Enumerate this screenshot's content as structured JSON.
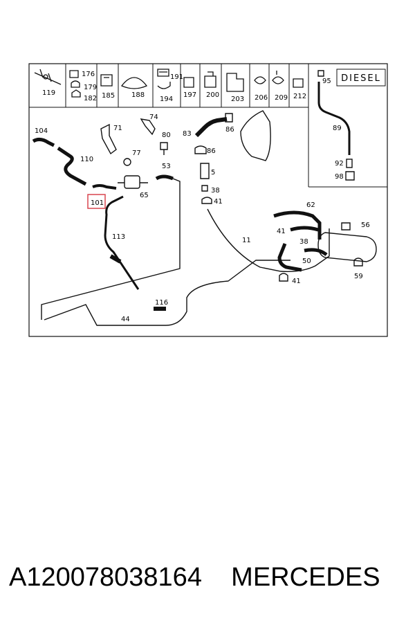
{
  "header_parts": [
    "119",
    "176",
    "179",
    "182",
    "185",
    "188",
    "191",
    "194",
    "197",
    "200",
    "203",
    "206",
    "209",
    "212"
  ],
  "diesel_label": "DIESEL",
  "diesel_parts": [
    "95",
    "89",
    "92",
    "98"
  ],
  "main_parts": [
    "104",
    "110",
    "101",
    "71",
    "74",
    "80",
    "77",
    "53",
    "65",
    "113",
    "83",
    "86",
    "86",
    "5",
    "38",
    "41",
    "11",
    "62",
    "41",
    "56",
    "38",
    "50",
    "41",
    "59",
    "116",
    "44"
  ],
  "highlighted_part": "101",
  "colors": {
    "highlight": "#d9454f",
    "line": "#111111"
  },
  "caption": "A120078038164    MERCEDES"
}
